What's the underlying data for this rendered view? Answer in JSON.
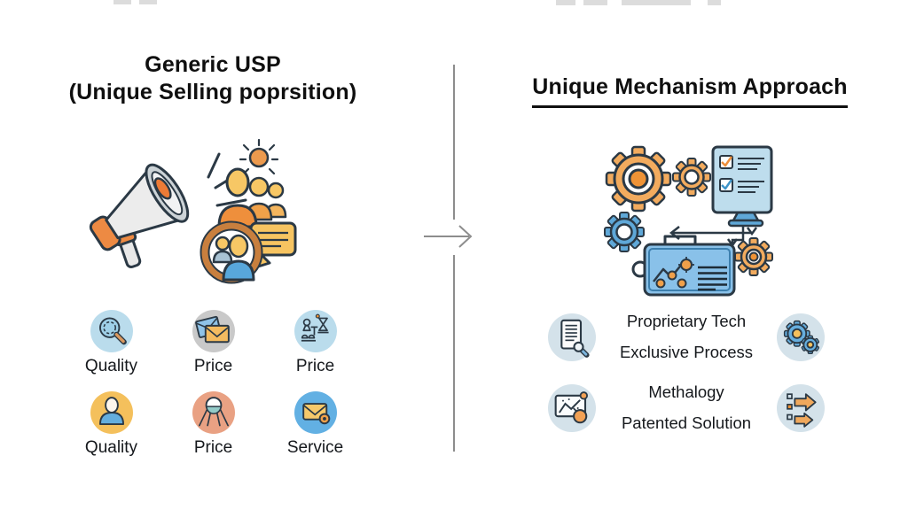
{
  "left_panel": {
    "title_line1": "Generic USP",
    "title_line2": "(Unique Selling poprsition)",
    "illustration": "megaphone-announcement-illustration",
    "features": [
      {
        "label": "Quality",
        "icon": "magnifier-icon",
        "bg": "#badcec"
      },
      {
        "label": "Price",
        "icon": "envelopes-icon",
        "bg": "#c9c9c9"
      },
      {
        "label": "Price",
        "icon": "chess-strategy-icon",
        "bg": "#badcec"
      },
      {
        "label": "Quality",
        "icon": "person-icon",
        "bg": "#f4c05c"
      },
      {
        "label": "Price",
        "icon": "easel-gauge-icon",
        "bg": "#e9a183"
      },
      {
        "label": "Service",
        "icon": "mail-badge-icon",
        "bg": "#62b0e3"
      }
    ]
  },
  "divider": {
    "icon": "right-arrow-icon",
    "line_color": "#8d8d8d"
  },
  "right_panel": {
    "title": "Unique Mechanism Approach",
    "illustration": "gears-process-flow-illustration",
    "features": [
      {
        "label": "Proprietary Tech",
        "icon": "document-magnifier-icon"
      },
      {
        "label": "Exclusive Process",
        "icon": "blue-gears-icon"
      },
      {
        "label": "Methalogy",
        "icon": "chart-balloon-icon"
      },
      {
        "label": "Patented Solution",
        "icon": "flow-arrows-icon"
      }
    ],
    "colors": {
      "orange": "#f0a85c",
      "blue": "#6ab0e0",
      "outline": "#2b3945",
      "icon_bg": "#d4e2ea"
    }
  }
}
